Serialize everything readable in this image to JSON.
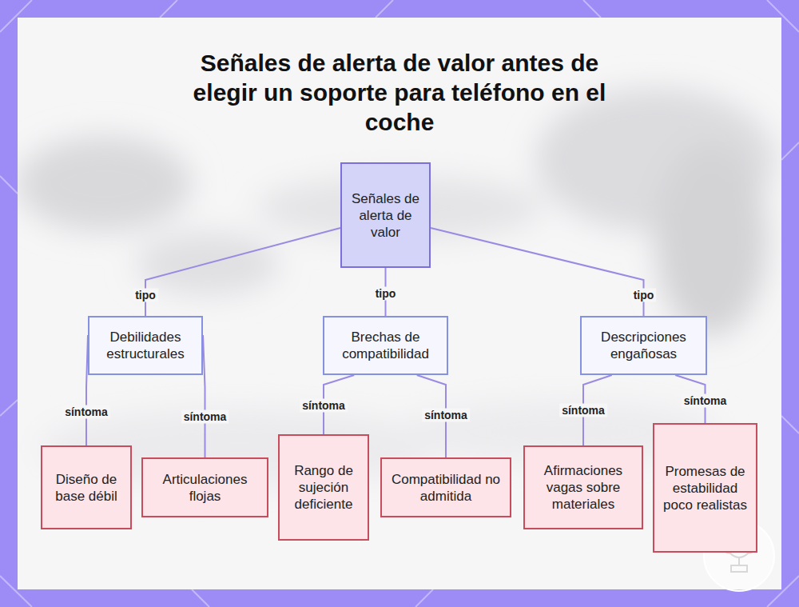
{
  "diagram": {
    "title": "Señales de alerta de valor antes de elegir un soporte para teléfono en el coche",
    "nodes": [
      {
        "text": [
          "Señales de alerta de valor"
        ]
      },
      {
        "text": [
          "Debilidades estructurales"
        ]
      },
      {
        "text": [
          "Brechas de compatibilidad"
        ]
      },
      {
        "text": [
          "Descripciones engañosas"
        ]
      },
      {
        "text": [
          "Diseño de base débil"
        ]
      },
      {
        "text": [
          "Articulaciones flojas"
        ]
      },
      {
        "text": [
          "Rango de sujeción deficiente"
        ]
      },
      {
        "text": [
          "Compatibilidad no admitida"
        ]
      },
      {
        "text": [
          "Afirmaciones vagas sobre materiales"
        ]
      },
      {
        "text": [
          "Promesas de estabilidad poco realistas"
        ]
      }
    ],
    "edges": [
      {
        "from": 0,
        "to": 1,
        "arrow": "none",
        "label": "tipo"
      },
      {
        "from": 0,
        "to": 2,
        "arrow": "none",
        "label": "tipo"
      },
      {
        "from": 0,
        "to": 3,
        "arrow": "none",
        "label": "tipo"
      },
      {
        "from": 1,
        "to": 4,
        "arrow": "none",
        "label": "síntoma"
      },
      {
        "from": 1,
        "to": 5,
        "arrow": "none",
        "label": "síntoma"
      },
      {
        "from": 2,
        "to": 6,
        "arrow": "none",
        "label": "síntoma"
      },
      {
        "from": 2,
        "to": 7,
        "arrow": "none",
        "label": "síntoma"
      },
      {
        "from": 3,
        "to": 8,
        "arrow": "none",
        "label": "síntoma"
      },
      {
        "from": 3,
        "to": 9,
        "arrow": "none",
        "label": "síntoma"
      }
    ]
  }
}
